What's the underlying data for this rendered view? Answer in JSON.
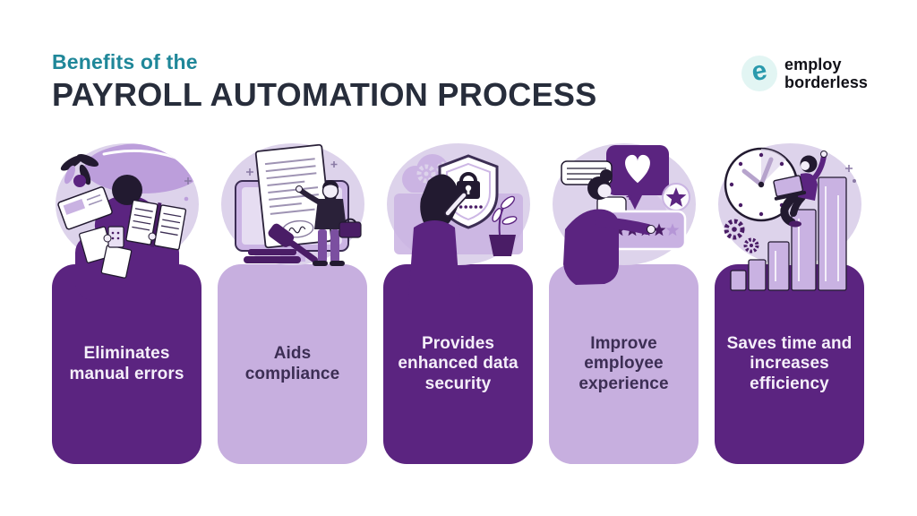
{
  "header": {
    "subtitle": "Benefits of the",
    "title": "PAYROLL AUTOMATION PROCESS",
    "subtitle_color": "#1F8799",
    "title_color": "#272D3B"
  },
  "logo": {
    "icon_glyph": "e",
    "icon_color": "#2A9AAD",
    "icon_bg": "#E2F5F3",
    "brand_line1": "employ",
    "brand_line2": "borderless"
  },
  "colors": {
    "dark_card": "#5B2480",
    "light_card": "#C7AFDF",
    "illustration_blob": "#DDD3EB",
    "medium_purple": "#BC9EDB",
    "panel_purple": "#C9B2E2",
    "deep_purple": "#4A1D66",
    "outline_ink": "#221A30",
    "text_on_dark": "#F5EFFA",
    "text_on_light": "#3C2E54"
  },
  "cards": [
    {
      "label": "Eliminates manual errors",
      "variant": "dark",
      "illustration": "person-desk-overhead"
    },
    {
      "label": "Aids compliance",
      "variant": "light",
      "illustration": "document-gavel-man"
    },
    {
      "label": "Provides enhanced data security",
      "variant": "dark",
      "illustration": "shield-lock-woman"
    },
    {
      "label": "Improve employee experience",
      "variant": "light",
      "illustration": "rating-stars-woman"
    },
    {
      "label": "Saves time and increases efficiency",
      "variant": "dark",
      "illustration": "clock-growth-bars-man"
    }
  ]
}
